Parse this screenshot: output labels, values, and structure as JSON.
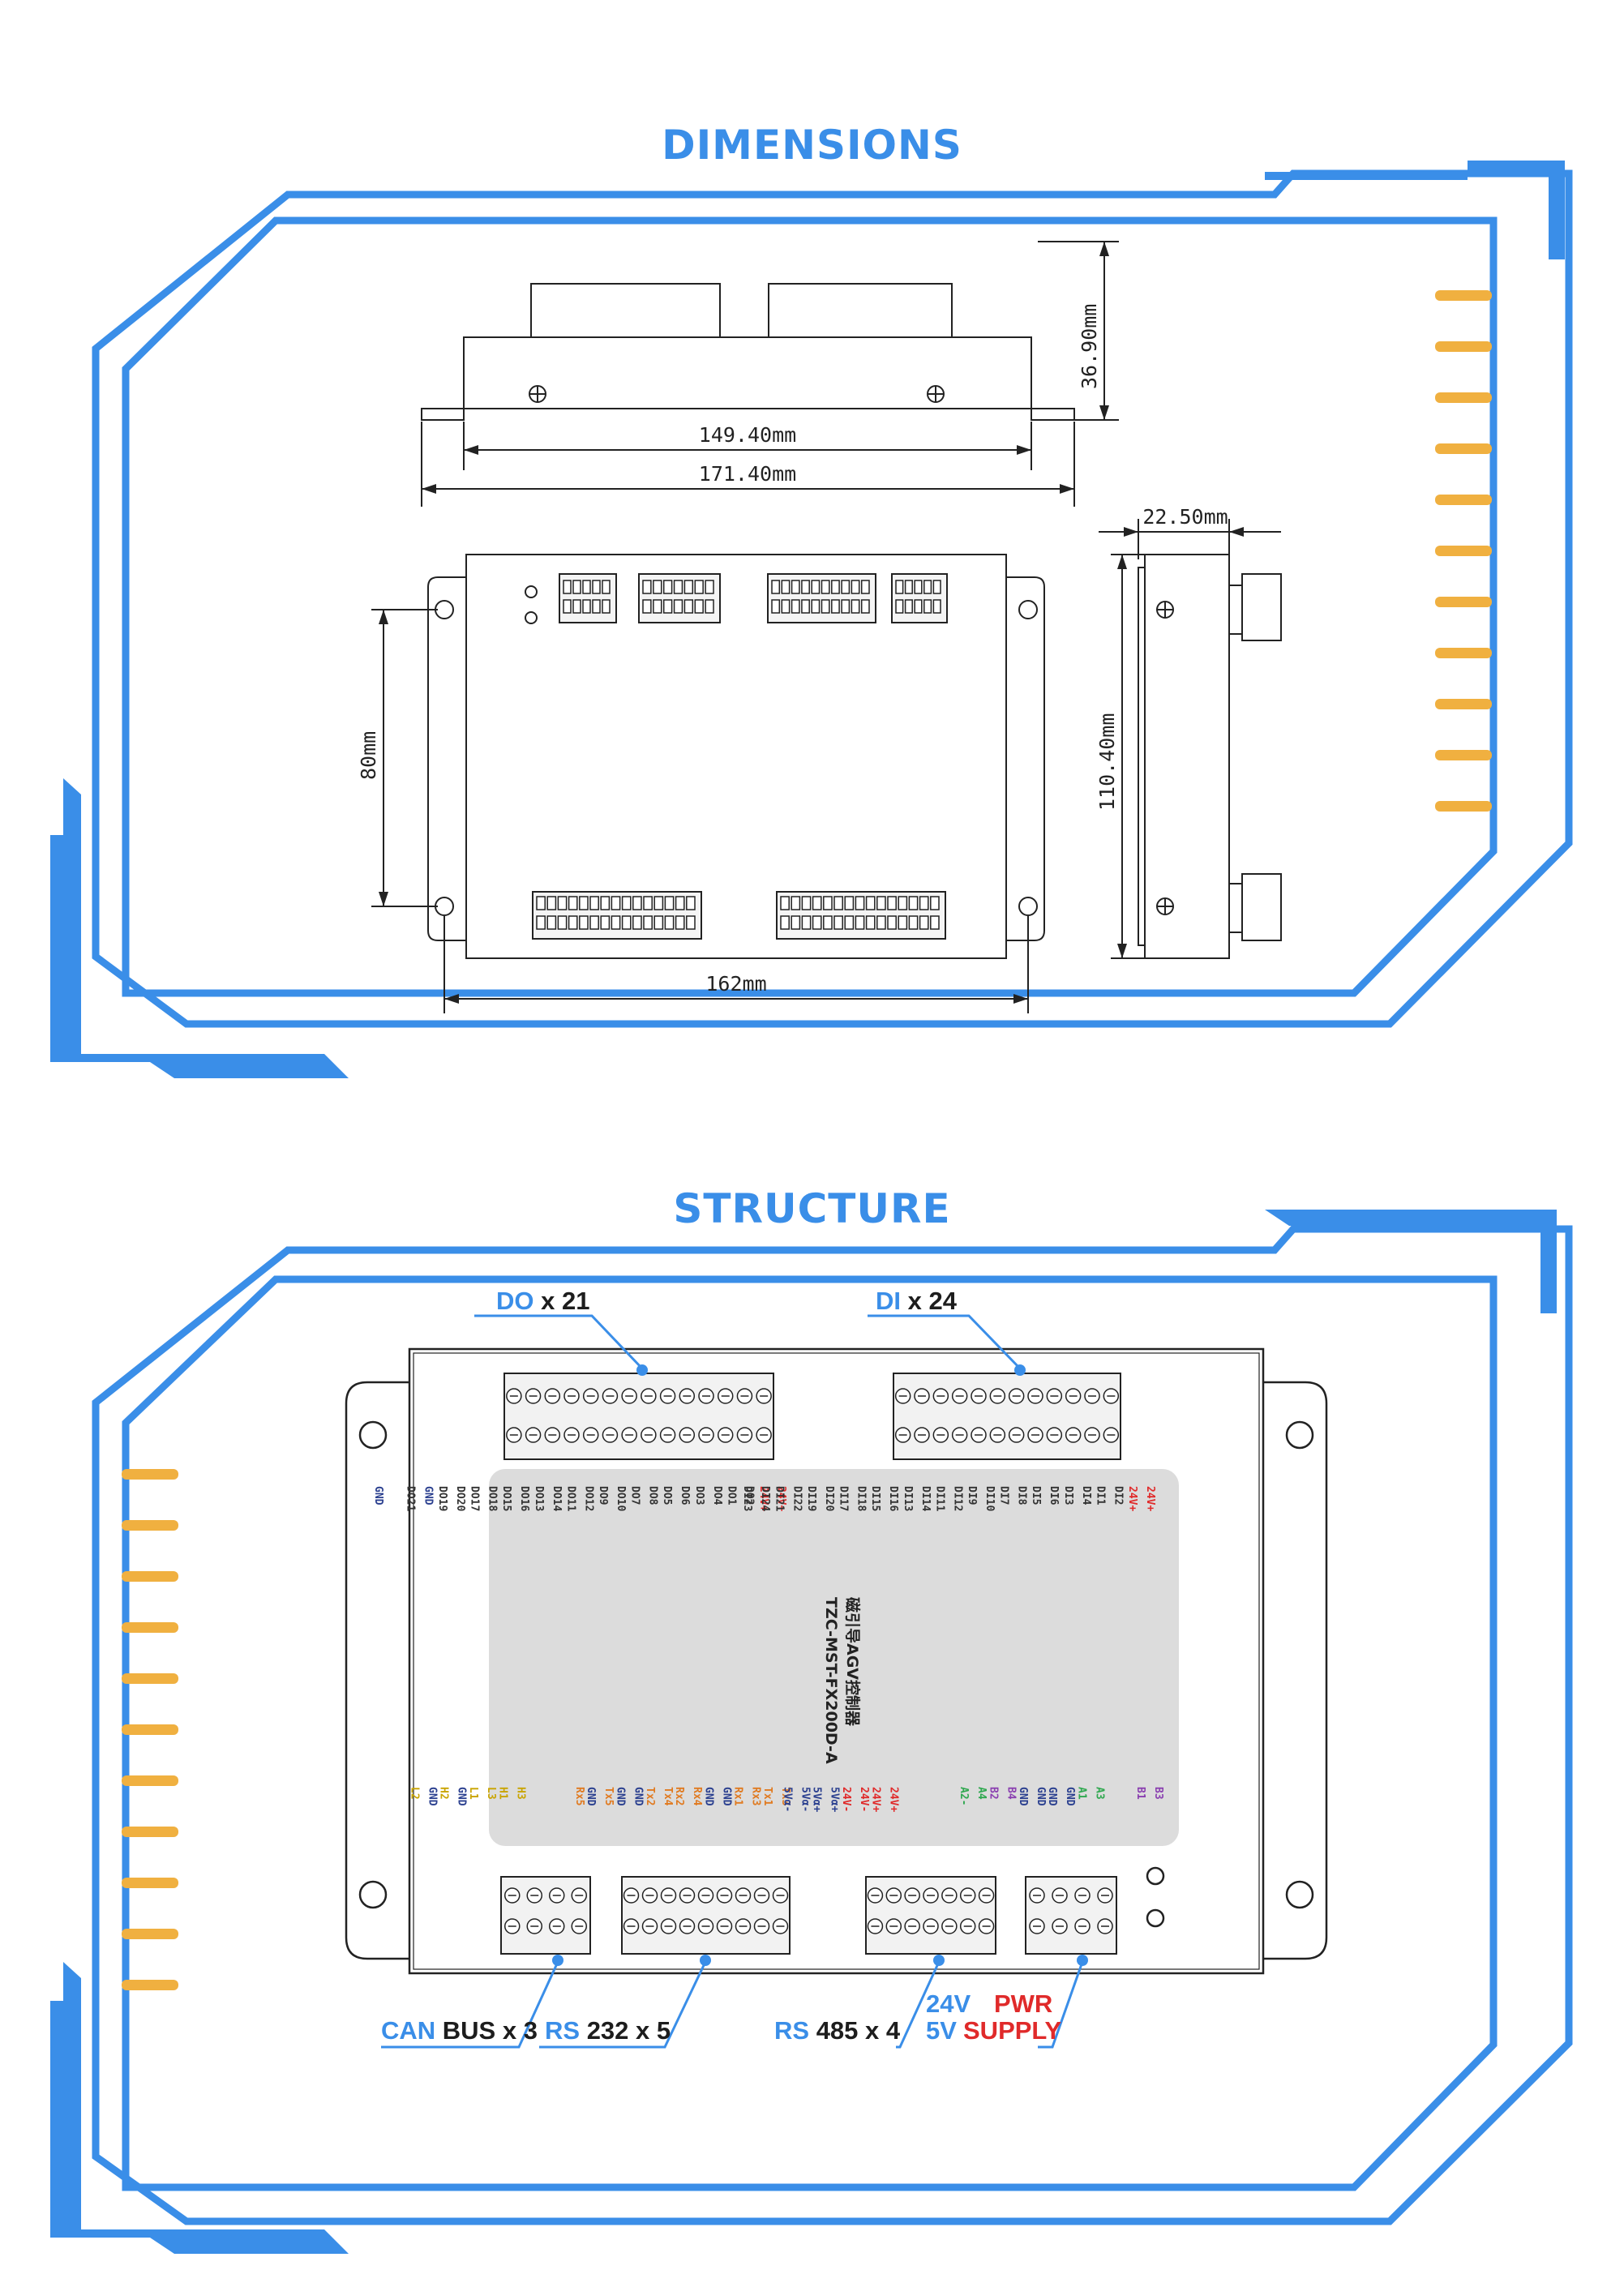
{
  "sections": {
    "dimensions_title": "DIMENSIONS",
    "structure_title": "STRUCTURE"
  },
  "dimensions": {
    "height": "36.90mm",
    "inner_width": "149.40mm",
    "outer_width": "171.40mm",
    "side_depth": "22.50mm",
    "hole_spacing": "80mm",
    "side_length": "110.40mm",
    "bottom_width": "162mm"
  },
  "structure": {
    "callouts": {
      "do": {
        "a": "DO",
        "b": " x 21"
      },
      "di": {
        "a": "DI",
        "b": " x 24"
      },
      "can": {
        "a": "CAN",
        "b": " BUS x 3"
      },
      "rs232": {
        "a": "RS",
        "b": " 232 x 5"
      },
      "rs485": {
        "a": "RS",
        "b": " 485 x 4"
      },
      "v24": "24V",
      "v5": "5V",
      "pwr": "PWR",
      "supply": "SUPPLY"
    },
    "model_cn": "磁引导AGV控制器",
    "model_code": "TZC-MST-FX200D-A",
    "pin_columns": {
      "do_a": [
        "24V+",
        "DO2",
        "DO4",
        "DO6",
        "DO8",
        "DO10",
        "DO12",
        "DO14",
        "DO16",
        "DO18",
        "DO20",
        "GND"
      ],
      "do_b": [
        "24V+",
        "DO1",
        "DO3",
        "DO5",
        "DO7",
        "DO9",
        "DO11",
        "DO13",
        "DO15",
        "DO17",
        "DO19",
        "DO21",
        "GND"
      ],
      "di_a": [
        "24V+",
        "DI2",
        "DI4",
        "DI6",
        "DI8",
        "DI10",
        "DI12",
        "DI14",
        "DI16",
        "DI18",
        "DI20",
        "DI22",
        "DI24"
      ],
      "di_b": [
        "24V+",
        "DI1",
        "DI3",
        "DI5",
        "DI7",
        "DI9",
        "DI11",
        "DI13",
        "DI15",
        "DI17",
        "DI19",
        "DI21",
        "DI23"
      ],
      "bus_a": [
        "Tx3",
        "Rx3",
        "GND",
        "Rx4",
        "Tx4",
        "GND",
        "Tx5",
        "Rx5",
        "",
        "H3",
        "L3",
        "GND",
        "GND"
      ],
      "bus_b": [
        "Tx1",
        "Rx1",
        "GND",
        "Rx2",
        "Tx2",
        "GND",
        "GND",
        "",
        "",
        "H1",
        "L1",
        "H2",
        "L2"
      ],
      "pwr_a": [
        "B3",
        "",
        "A3",
        "GND",
        "GND",
        "B4",
        "A4",
        "",
        "",
        "24V+",
        "24V-",
        "5Vα+",
        "5Vα-"
      ],
      "pwr_b": [
        "B1",
        "",
        "A1",
        "GND",
        "GND",
        "B2",
        "A2-",
        "",
        "",
        "24V+",
        "24V-",
        "5Vα+",
        "5Vα-"
      ]
    }
  },
  "colors": {
    "accent_blue": "#3a8ee8",
    "stripe_orange": "#f0b040",
    "callout_red": "#e02a2a",
    "pin_red": "#e02a2a",
    "pin_orange": "#e07a20",
    "pin_green": "#2fa84f",
    "pin_purple": "#8a3fb0",
    "pin_navy": "#2a3f8f"
  }
}
